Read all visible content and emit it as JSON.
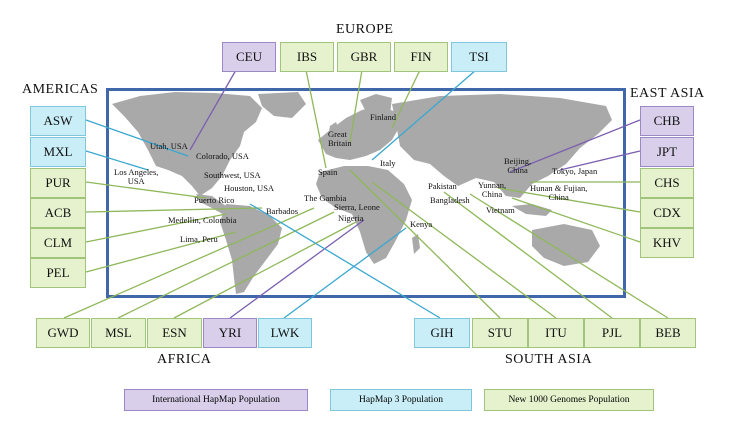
{
  "regions": {
    "europe": "EUROPE",
    "americas": "AMERICAS",
    "east_asia": "EAST ASIA",
    "africa": "AFRICA",
    "south_asia": "SOUTH ASIA"
  },
  "populations": {
    "ceu": "CEU",
    "ibs": "IBS",
    "gbr": "GBR",
    "fin": "FIN",
    "tsi": "TSI",
    "asw": "ASW",
    "mxl": "MXL",
    "pur": "PUR",
    "acb": "ACB",
    "clm": "CLM",
    "pel": "PEL",
    "chb": "CHB",
    "jpt": "JPT",
    "chs": "CHS",
    "cdx": "CDX",
    "khv": "KHV",
    "gwd": "GWD",
    "msl": "MSL",
    "esn": "ESN",
    "yri": "YRI",
    "lwk": "LWK",
    "gih": "GIH",
    "stu": "STU",
    "itu": "ITU",
    "pjl": "PJL",
    "beb": "BEB"
  },
  "places": {
    "utah": "Utah, USA",
    "colorado": "Colorado, USA",
    "los_angeles": "Los Angeles,\nUSA",
    "southwest": "Southwest, USA",
    "houston": "Houston, USA",
    "puerto_rico": "Puerto Rico",
    "barbados": "Barbados",
    "medellin": "Medellin, Colombia",
    "lima": "Lima, Peru",
    "gambia": "The Gambia",
    "sierra_leone": "Sierra, Leone",
    "nigeria": "Nigeria",
    "kenya": "Kenya",
    "great_britain": "Great\nBritain",
    "spain": "Spain",
    "italy": "Italy",
    "finland": "Finland",
    "pakistan": "Pakistan",
    "bangladesh": "Bangladesh",
    "yunnan": "Yunnan,\nChina",
    "beijing": "Beijing,\nChina",
    "tokyo": "Tokyo, Japan",
    "hunan": "Hunan & Fujian,\nChina",
    "vietnam": "Vietnam"
  },
  "legend": {
    "hapmap_intl": "International HapMap Population",
    "hapmap3": "HapMap 3 Population",
    "new_1000g": "New 1000 Genomes Population"
  },
  "colors": {
    "purple_fill": "#d9cfea",
    "blue_fill": "#c9eef7",
    "green_fill": "#e5f2cd",
    "purple_line": "#7b5fb0",
    "blue_line": "#3aa7cf",
    "green_line": "#8fb85a",
    "map_frame": "#3f67a9",
    "land": "#a9a9a9"
  }
}
